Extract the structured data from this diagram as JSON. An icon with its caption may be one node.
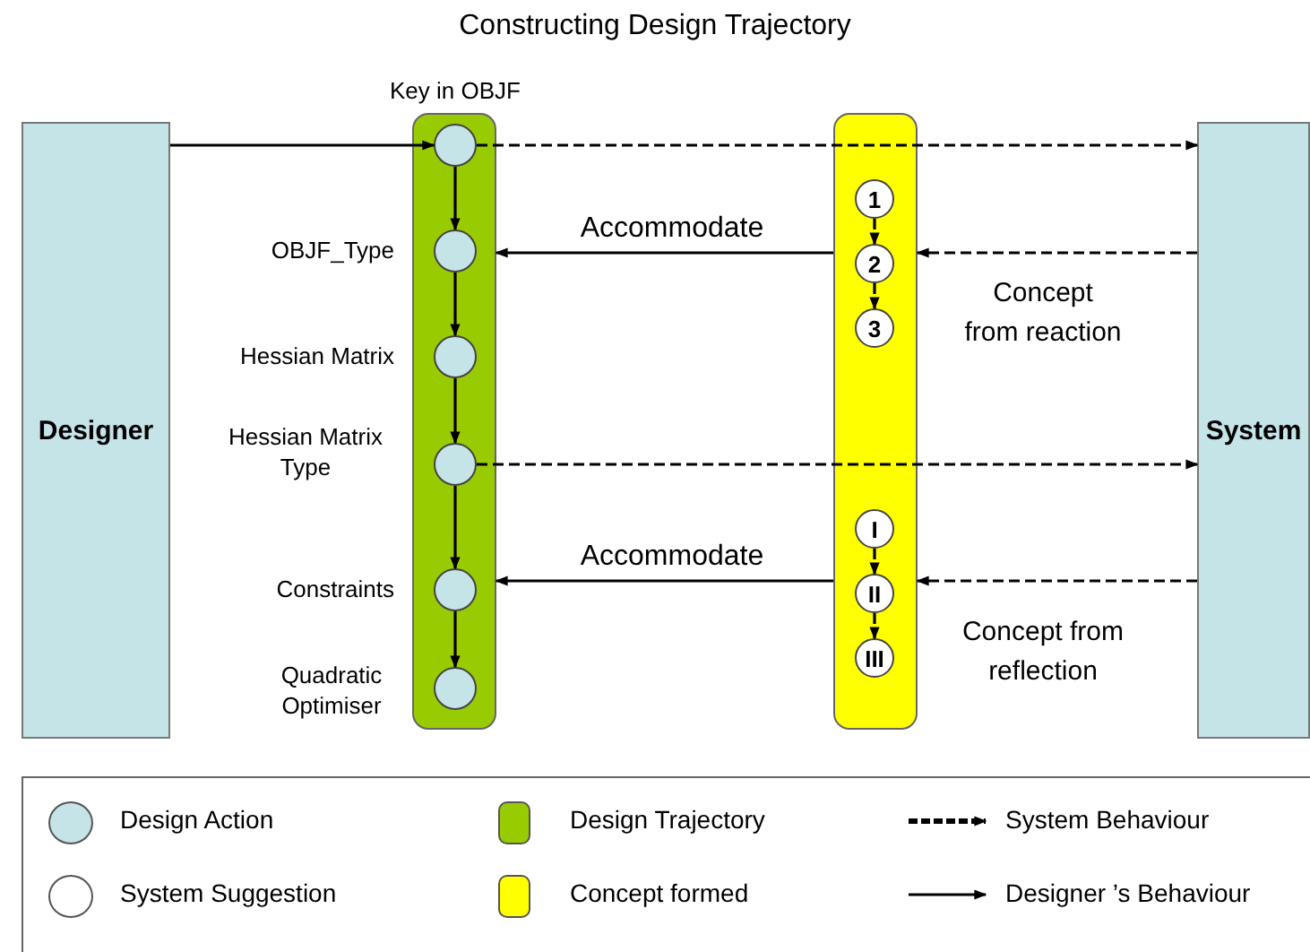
{
  "diagram": {
    "title": "Constructing Design Trajectory",
    "nodes": [
      {
        "text": [
          "Designer"
        ]
      },
      {
        "text": [
          "System"
        ]
      },
      {
        "text": [],
        "shape": "bar"
      },
      {
        "text": [],
        "shape": "bar"
      },
      {
        "text": [],
        "shape": "circle",
        "in": 2,
        "beside": [
          "Key in OBJF"
        ]
      },
      {
        "text": [],
        "shape": "circle",
        "in": 2,
        "beside": [
          "OBJF_Type"
        ]
      },
      {
        "text": [],
        "shape": "circle",
        "in": 2,
        "beside": [
          "Hessian Matrix"
        ]
      },
      {
        "text": [],
        "shape": "circle",
        "in": 2,
        "beside": [
          "Hessian Matrix Type"
        ]
      },
      {
        "text": [],
        "shape": "circle",
        "in": 2,
        "beside": [
          "Constraints"
        ]
      },
      {
        "text": [],
        "shape": "circle",
        "in": 2,
        "beside": [
          "Quadratic Optimiser"
        ]
      },
      {
        "text": [
          "1"
        ],
        "in": 3
      },
      {
        "text": [
          "2"
        ],
        "in": 3
      },
      {
        "text": [
          "3"
        ],
        "in": 3
      },
      {
        "text": [
          "I"
        ],
        "in": 3
      },
      {
        "text": [
          "II"
        ],
        "in": 3
      },
      {
        "text": [
          "III"
        ],
        "in": 3
      }
    ],
    "edges": [
      {
        "from": 0,
        "to": 4,
        "arrow": "to"
      },
      {
        "from": 4,
        "to": 1,
        "arrow": "to",
        "style": "dashed"
      },
      {
        "from": 7,
        "to": 1,
        "arrow": "to",
        "style": "dashed"
      },
      {
        "from": 4,
        "to": 5,
        "arrow": "to"
      },
      {
        "from": 5,
        "to": 6,
        "arrow": "to"
      },
      {
        "from": 6,
        "to": 7,
        "arrow": "to"
      },
      {
        "from": 7,
        "to": 8,
        "arrow": "to"
      },
      {
        "from": 8,
        "to": 9,
        "arrow": "to"
      },
      {
        "from": 10,
        "to": 11,
        "arrow": "to",
        "style": "dashed"
      },
      {
        "from": 11,
        "to": 12,
        "arrow": "to",
        "style": "dashed"
      },
      {
        "from": 13,
        "to": 14,
        "arrow": "to",
        "style": "dashed"
      },
      {
        "from": 14,
        "to": 15,
        "arrow": "to",
        "style": "dashed"
      },
      {
        "from": 3,
        "to": 2,
        "arrow": "to",
        "label": "Accommodate"
      },
      {
        "from": 1,
        "to": 3,
        "arrow": "to",
        "style": "dashed",
        "label": "Concept from reaction"
      },
      {
        "from": 3,
        "to": 2,
        "arrow": "to",
        "label": "Accommodate"
      },
      {
        "from": 1,
        "to": 3,
        "arrow": "to",
        "style": "dashed",
        "label": "Concept from reflection"
      }
    ],
    "legend": [
      {
        "text": "Design Action",
        "color": "#c5e4e8"
      },
      {
        "text": "Design Trajectory",
        "color": "#99cc00"
      },
      {
        "text": "System Behaviour"
      },
      {
        "text": "System Suggestion",
        "color": "#ffffff"
      },
      {
        "text": "Concept formed",
        "color": "#ffff00"
      },
      {
        "text": "Designer ’s Behaviour"
      }
    ]
  }
}
